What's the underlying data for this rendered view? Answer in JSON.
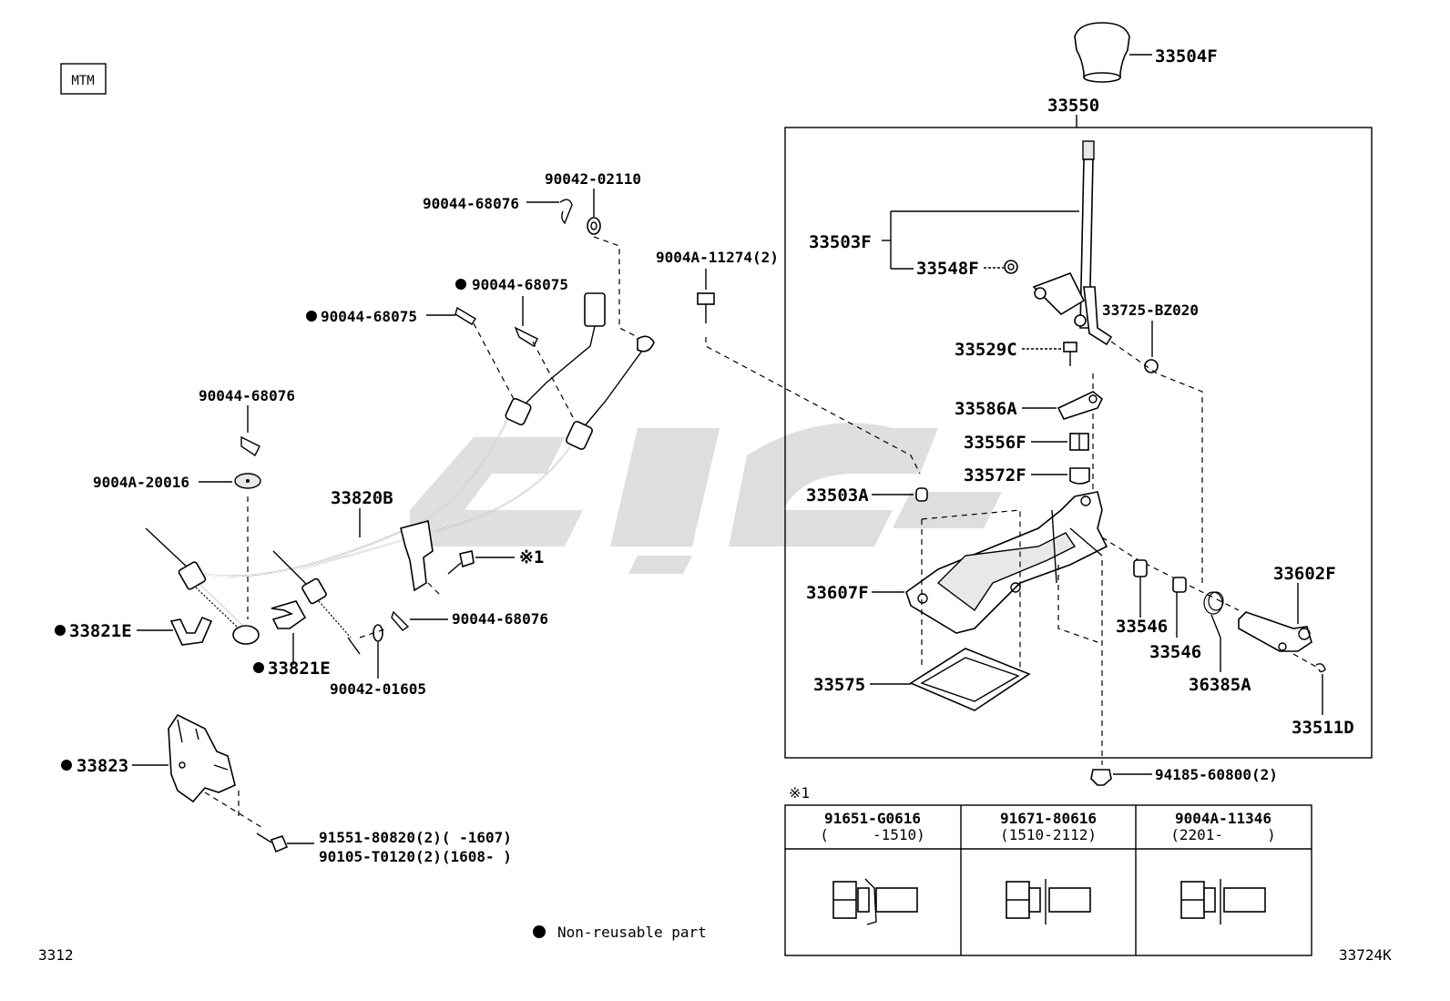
{
  "header": {
    "tag": "MTM"
  },
  "footer": {
    "left_code": "3312",
    "right_code": "33724K",
    "legend": "Non-reusable part"
  },
  "parts": {
    "knob": "33504F",
    "lever_assy": "33550",
    "lever_sub": "33503F",
    "bushing_548": "33548F",
    "pin_725": "33725-BZ020",
    "bolt_529": "33529C",
    "plate_586": "33586A",
    "nut_556": "33556F",
    "cap_572": "33572F",
    "spacer_503a": "33503A",
    "housing_607": "33607F",
    "gasket_575": "33575",
    "bush_546a": "33546",
    "bush_546b": "33546",
    "spring_385": "36385A",
    "arm_602": "33602F",
    "pin_511": "33511D",
    "nut_94185": "94185-60800(2)",
    "bolt_11274": "9004A-11274(2)",
    "washer_02110": "90042-02110",
    "clip_68076_top": "90044-68076",
    "clip_68075_a": "90044-68075",
    "clip_68075_b": "90044-68075",
    "clip_68076_left": "90044-68076",
    "washer_20016": "9004A-20016",
    "cable": "33820B",
    "retainer_a": "33821E",
    "retainer_b": "33821E",
    "clip_68076_mid": "90044-68076",
    "washer_01605": "90042-01605",
    "bracket": "33823",
    "bolt_a": "91551-80820(2)(     -1607)",
    "bolt_b": "90105-T0120(2)(1608-     )",
    "ref_mark": "※1"
  },
  "ref_table": {
    "title": "※1",
    "columns": [
      {
        "part": "91651-G0616",
        "range": "(     -1510)"
      },
      {
        "part": "91671-80616",
        "range": "(1510-2112)"
      },
      {
        "part": "9004A-11346",
        "range": "(2201-     )"
      }
    ]
  }
}
